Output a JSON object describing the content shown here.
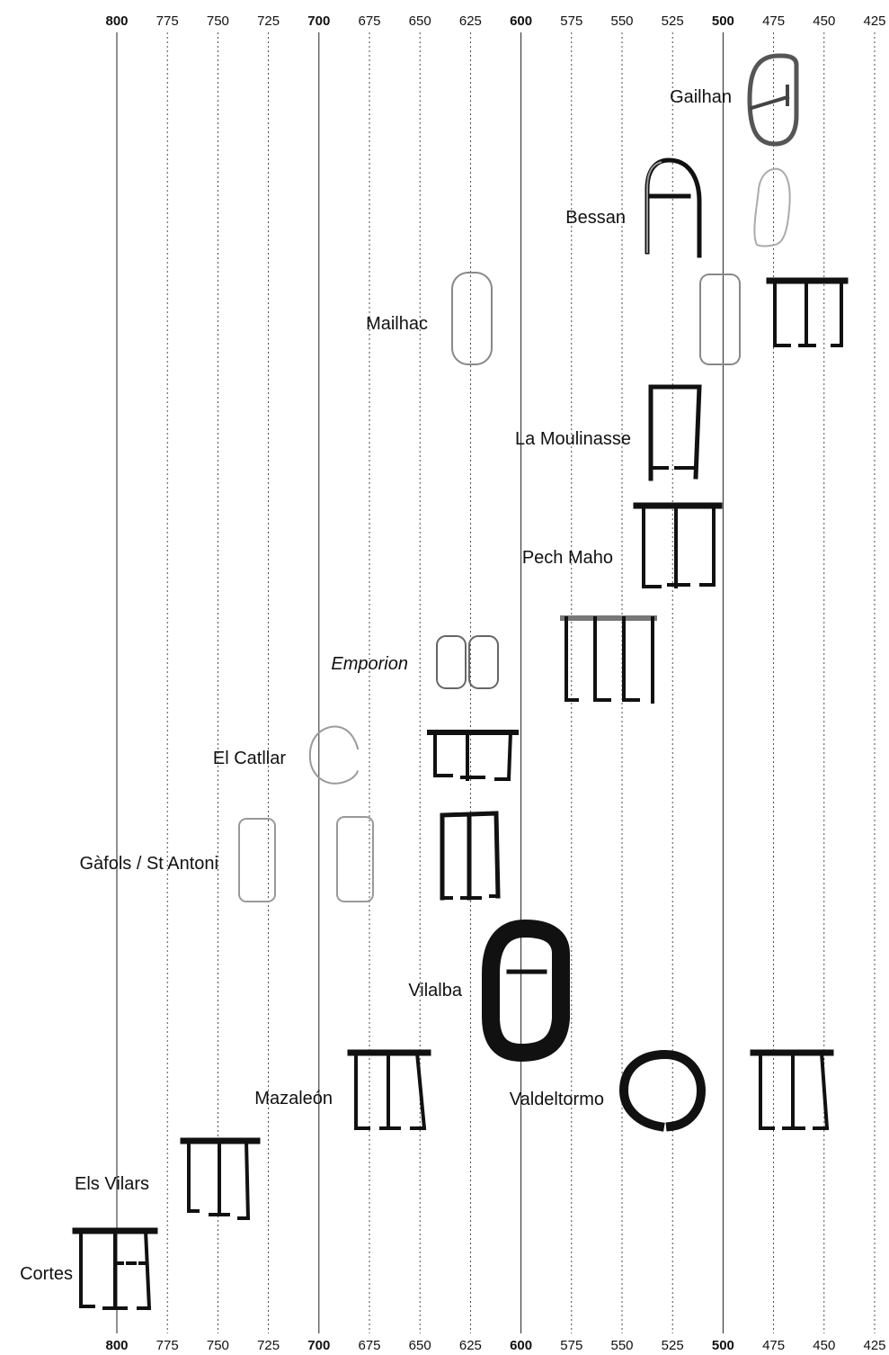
{
  "axis": {
    "ticks": [
      800,
      775,
      750,
      725,
      700,
      675,
      650,
      625,
      600,
      575,
      550,
      525,
      500,
      475,
      450,
      425
    ],
    "major": [
      800,
      700,
      600,
      500
    ]
  },
  "sites": [
    {
      "id": "gailhan",
      "label": "Gailhan"
    },
    {
      "id": "bessan",
      "label": "Bessan"
    },
    {
      "id": "mailhac",
      "label": "Mailhac"
    },
    {
      "id": "la-moulinasse",
      "label": "La Moulinasse"
    },
    {
      "id": "pech-maho",
      "label": "Pech Maho"
    },
    {
      "id": "emporion",
      "label": "Emporion",
      "italic": true
    },
    {
      "id": "el-catllar",
      "label": "El Catllar"
    },
    {
      "id": "gafols",
      "label": "Gàfols / St Antoni"
    },
    {
      "id": "vilalba",
      "label": "Vilalba"
    },
    {
      "id": "mazaleon",
      "label": "Mazaleón"
    },
    {
      "id": "valdeltormo",
      "label": "Valdeltormo"
    },
    {
      "id": "els-vilars",
      "label": "Els Vilars"
    },
    {
      "id": "cortes",
      "label": "Cortes"
    }
  ]
}
